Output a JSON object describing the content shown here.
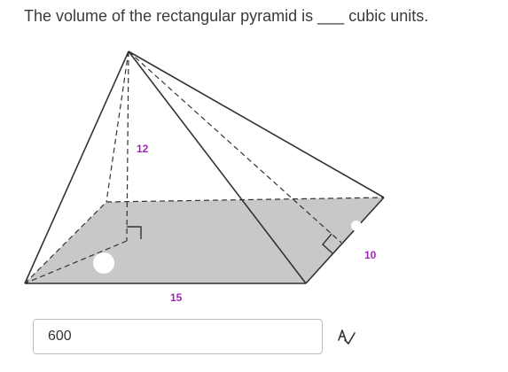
{
  "question": {
    "text": "The volume of the rectangular pyramid is ___ cubic units."
  },
  "figure": {
    "height_label": "12",
    "length_label": "15",
    "width_label": "10",
    "colors": {
      "base_fill": "#c8c8c8",
      "edge": "#333333",
      "dimension_label": "#9c27b0"
    }
  },
  "answer": {
    "value": "600",
    "check_icon": "spell-check-icon"
  }
}
